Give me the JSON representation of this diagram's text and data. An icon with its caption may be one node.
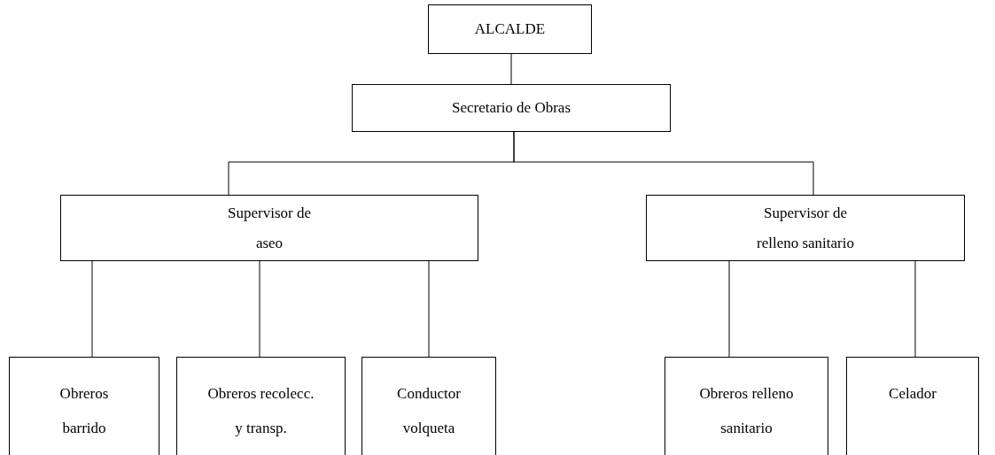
{
  "diagram": {
    "nodes": [
      {
        "text": [
          "ALCALDE"
        ]
      },
      {
        "text": [
          "Secretario de Obras"
        ]
      },
      {
        "text": [
          "Supervisor de aseo"
        ]
      },
      {
        "text": [
          "Supervisor de relleno sanitario"
        ]
      },
      {
        "text": [
          "Obreros barrido"
        ]
      },
      {
        "text": [
          "Obreros recolecc. y transp."
        ]
      },
      {
        "text": [
          "Conductor volqueta"
        ]
      },
      {
        "text": [
          "Obreros relleno sanitario"
        ]
      },
      {
        "text": [
          "Celador"
        ]
      }
    ],
    "edges": [
      {
        "from": 0,
        "to": 1,
        "arrow": "none"
      },
      {
        "from": 1,
        "to": 2,
        "arrow": "none"
      },
      {
        "from": 1,
        "to": 3,
        "arrow": "none"
      },
      {
        "from": 2,
        "to": 4,
        "arrow": "none"
      },
      {
        "from": 2,
        "to": 5,
        "arrow": "none"
      },
      {
        "from": 2,
        "to": 6,
        "arrow": "none"
      },
      {
        "from": 3,
        "to": 7,
        "arrow": "none"
      },
      {
        "from": 3,
        "to": 8,
        "arrow": "none"
      }
    ]
  }
}
